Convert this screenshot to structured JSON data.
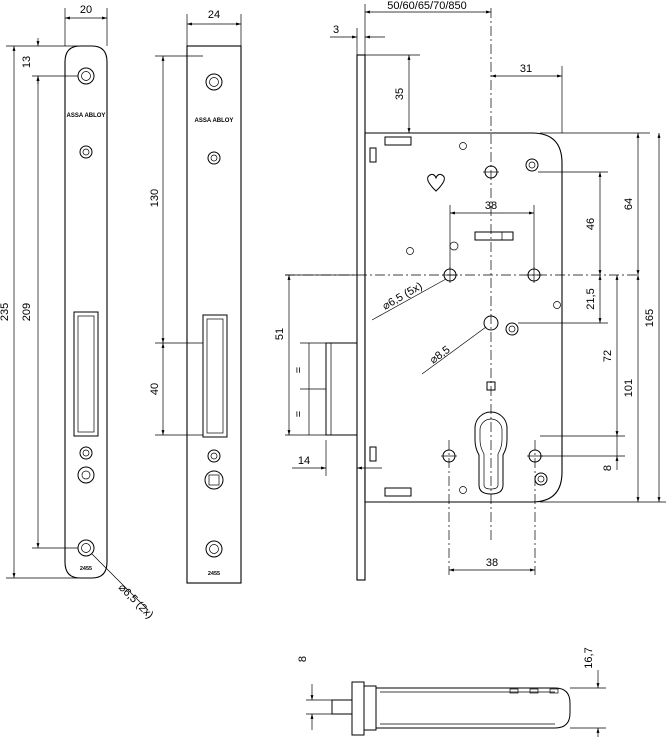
{
  "brand": "ASSA ABLOY",
  "part_number": "2455",
  "plate_left": {
    "width": "20",
    "hole_offset": "13",
    "hole_spacing": "209",
    "length": "235",
    "hole_callout": "6,5 (2x)"
  },
  "plate_middle": {
    "width": "24",
    "slot_offset": "130",
    "slot_height": "40"
  },
  "body_view": {
    "backset": "50/60/65/70/850",
    "plate_thickness": "3",
    "top_offset": "35",
    "right_offset": "31",
    "hole_spacing_38": "38",
    "height_46": "46",
    "height_64": "64",
    "latch_offset": "51",
    "height_21_5": "21,5",
    "height_72": "72",
    "height_101": "101",
    "height_165": "165",
    "equal_mark": "=",
    "bolt_projection": "14",
    "bottom_8": "8",
    "bottom_38": "38",
    "hole_5x": "6,5 (5x)",
    "hole_8_5": "8,5"
  },
  "side_view": {
    "height_8": "8",
    "height_16_7": "16,7"
  }
}
